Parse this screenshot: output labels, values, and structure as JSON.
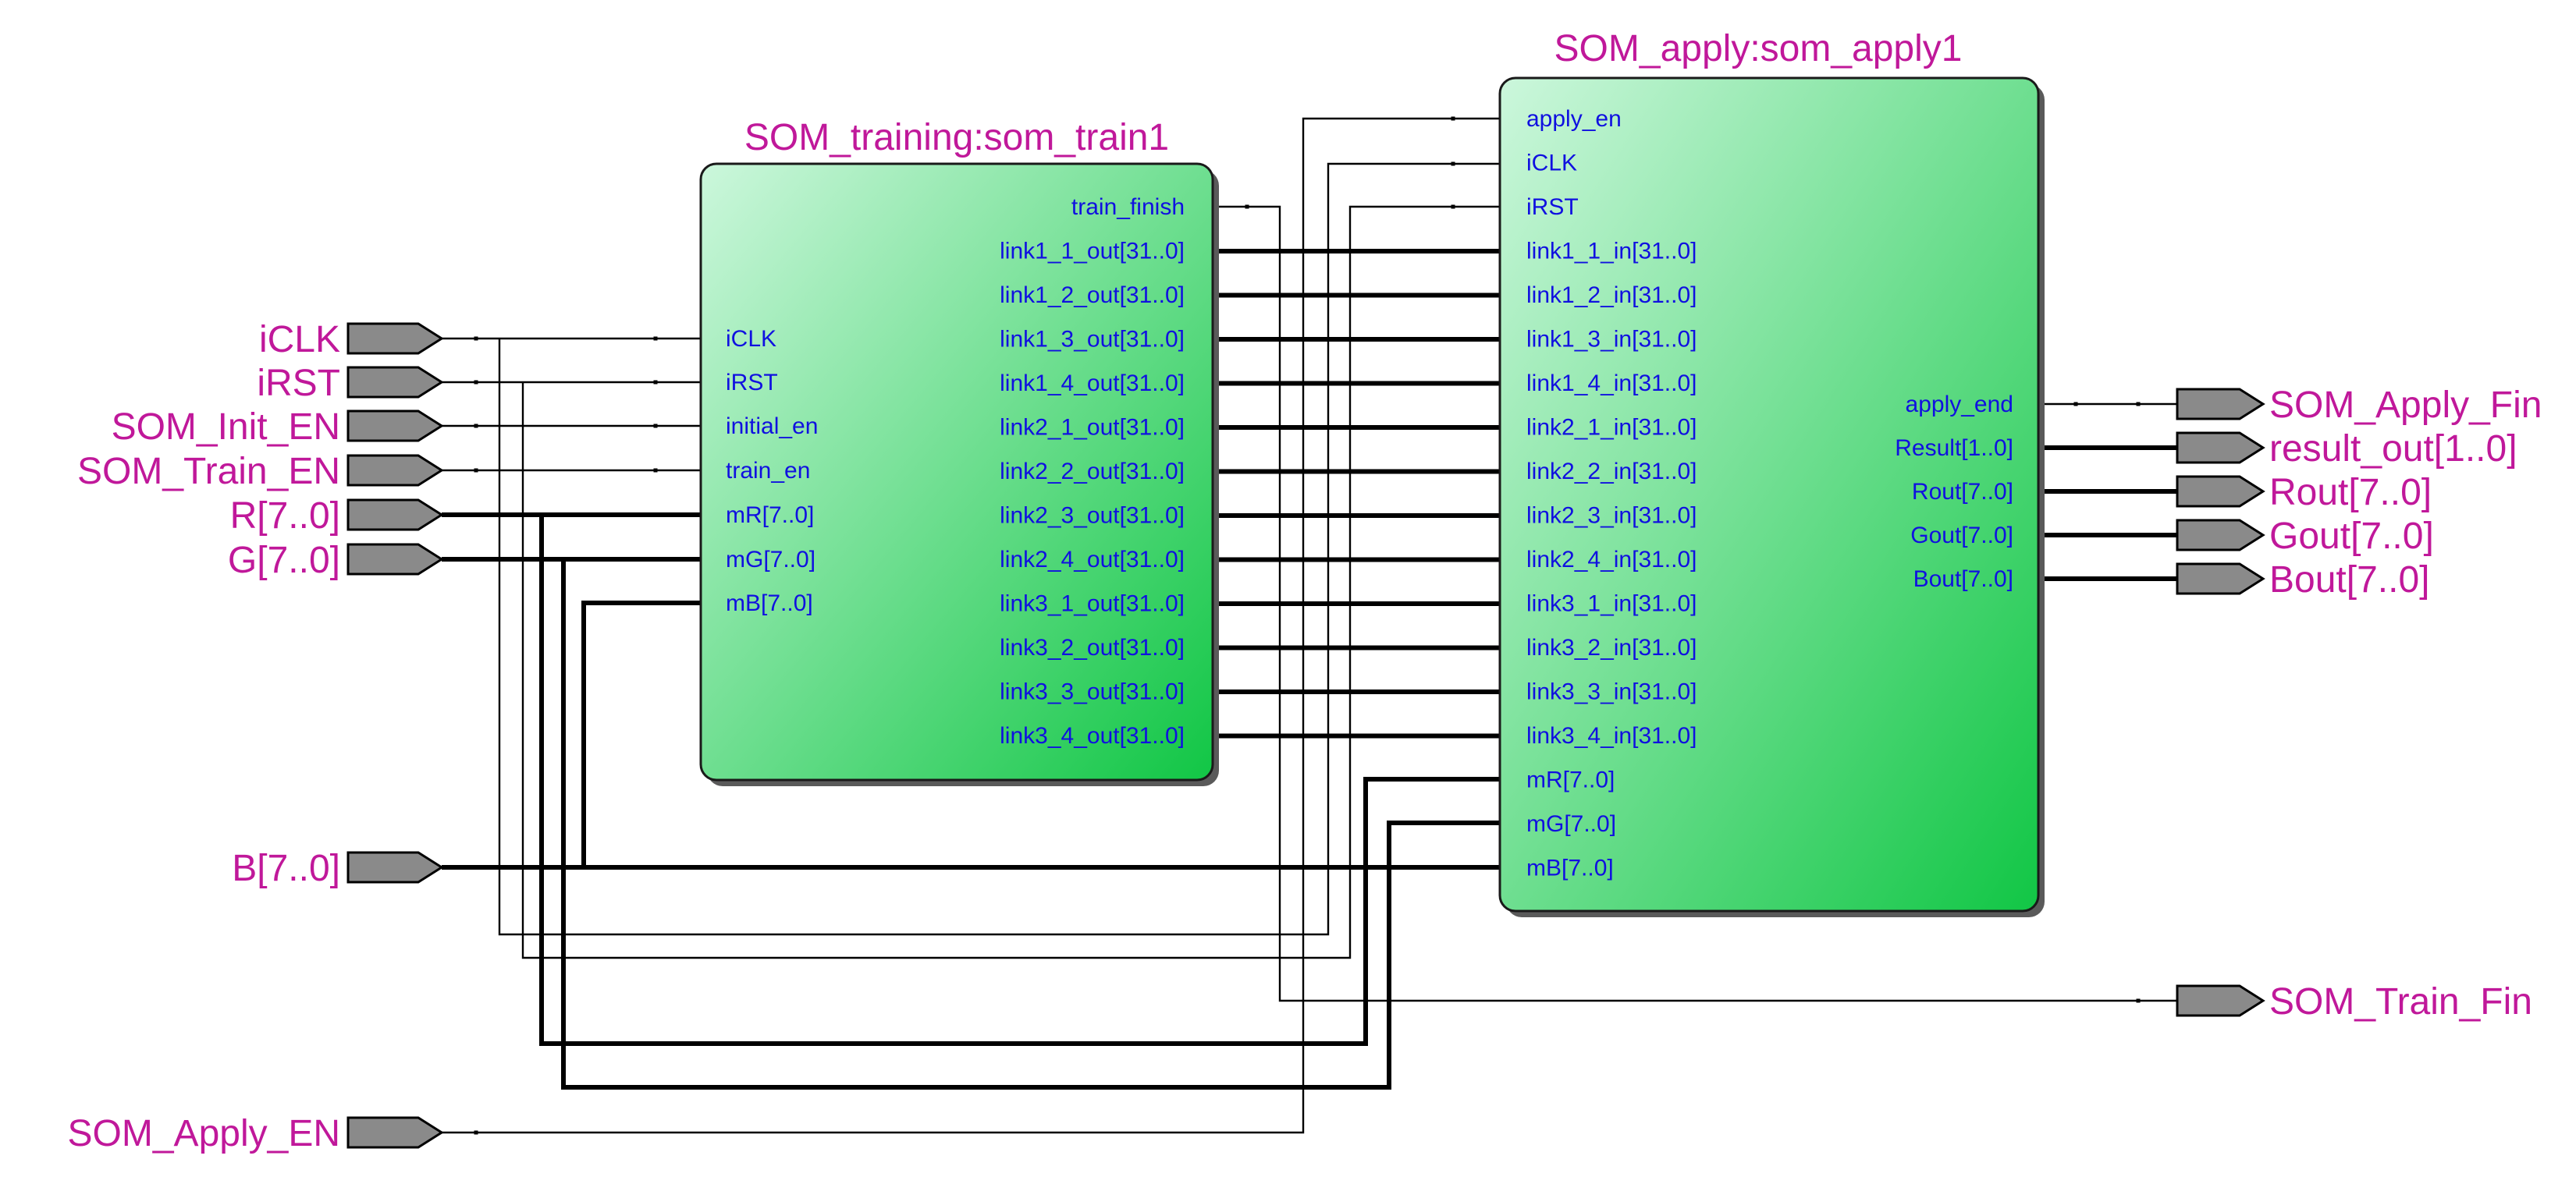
{
  "blocks": {
    "training": {
      "title": "SOM_training:som_train1",
      "inputs": [
        "iCLK",
        "iRST",
        "initial_en",
        "train_en",
        "mR[7..0]",
        "mG[7..0]",
        "mB[7..0]"
      ],
      "outputs": [
        "train_finish",
        "link1_1_out[31..0]",
        "link1_2_out[31..0]",
        "link1_3_out[31..0]",
        "link1_4_out[31..0]",
        "link2_1_out[31..0]",
        "link2_2_out[31..0]",
        "link2_3_out[31..0]",
        "link2_4_out[31..0]",
        "link3_1_out[31..0]",
        "link3_2_out[31..0]",
        "link3_3_out[31..0]",
        "link3_4_out[31..0]"
      ]
    },
    "apply": {
      "title": "SOM_apply:som_apply1",
      "inputs": [
        "apply_en",
        "iCLK",
        "iRST",
        "link1_1_in[31..0]",
        "link1_2_in[31..0]",
        "link1_3_in[31..0]",
        "link1_4_in[31..0]",
        "link2_1_in[31..0]",
        "link2_2_in[31..0]",
        "link2_3_in[31..0]",
        "link2_4_in[31..0]",
        "link3_1_in[31..0]",
        "link3_2_in[31..0]",
        "link3_3_in[31..0]",
        "link3_4_in[31..0]",
        "mR[7..0]",
        "mG[7..0]",
        "mB[7..0]"
      ],
      "outputs": [
        "apply_end",
        "Result[1..0]",
        "Rout[7..0]",
        "Gout[7..0]",
        "Bout[7..0]"
      ]
    }
  },
  "io": {
    "inputs": [
      "iCLK",
      "iRST",
      "SOM_Init_EN",
      "SOM_Train_EN",
      "R[7..0]",
      "G[7..0]",
      "B[7..0]",
      "SOM_Apply_EN"
    ],
    "outputs": [
      "SOM_Apply_Fin",
      "result_out[1..0]",
      "Rout[7..0]",
      "Gout[7..0]",
      "Bout[7..0]",
      "SOM_Train_Fin"
    ]
  },
  "colors": {
    "block_gradient_start": "#ccf7dc",
    "block_gradient_end": "#11c645",
    "label_color": "#c0189a",
    "pin_color": "#1010e0",
    "port_fill": "#8a8a8a"
  }
}
